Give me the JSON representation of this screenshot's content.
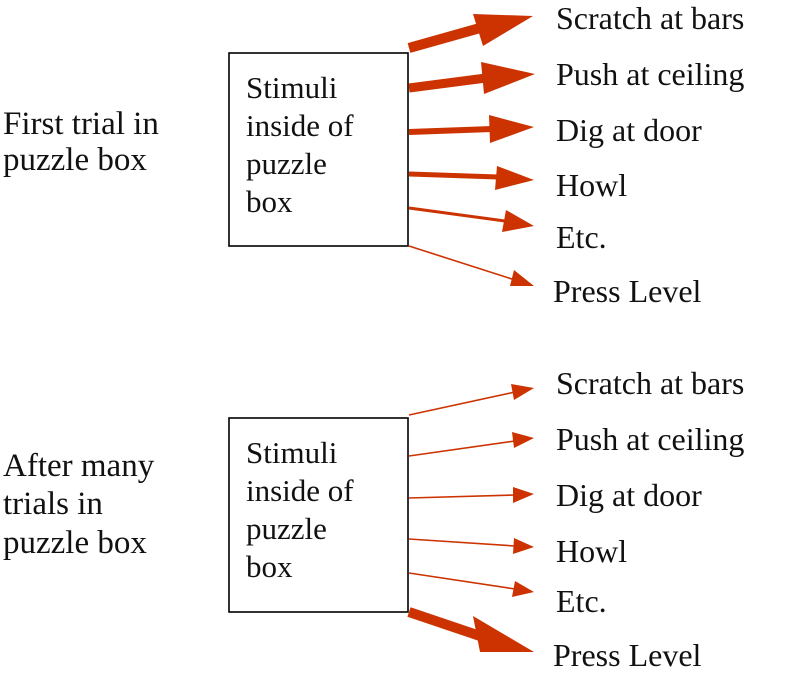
{
  "colors": {
    "arrow": "#cc3300",
    "text": "#111111",
    "box_border": "#000000"
  },
  "panels": [
    {
      "side_label": [
        "First trial in",
        "puzzle box"
      ],
      "box_label": [
        "Stimuli",
        "inside of",
        "puzzle",
        "box"
      ],
      "responses": [
        {
          "label": "Scratch at bars",
          "strength": "strong"
        },
        {
          "label": "Push at ceiling",
          "strength": "strong"
        },
        {
          "label": "Dig at door",
          "strength": "medium"
        },
        {
          "label": "Howl",
          "strength": "medium"
        },
        {
          "label": "Etc.",
          "strength": "weak"
        },
        {
          "label": "Press Level",
          "strength": "thin"
        }
      ]
    },
    {
      "side_label": [
        "After many",
        "trials in",
        "puzzle box"
      ],
      "box_label": [
        "Stimuli",
        "inside of",
        "puzzle",
        "box"
      ],
      "responses": [
        {
          "label": "Scratch at bars",
          "strength": "thin"
        },
        {
          "label": "Push at ceiling",
          "strength": "thin"
        },
        {
          "label": "Dig at door",
          "strength": "thin"
        },
        {
          "label": "Howl",
          "strength": "thin"
        },
        {
          "label": "Etc.",
          "strength": "thin"
        },
        {
          "label": "Press Level",
          "strength": "strong"
        }
      ]
    }
  ]
}
